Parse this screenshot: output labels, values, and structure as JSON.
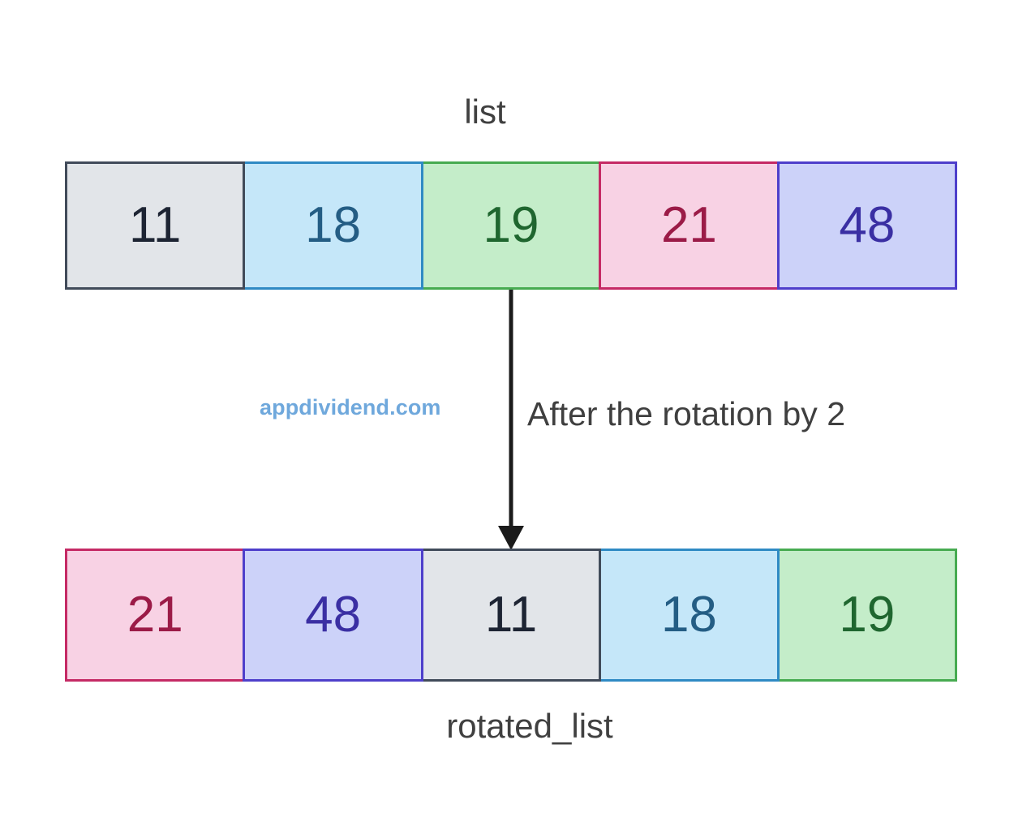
{
  "diagram": {
    "title_top": "list",
    "title_bottom": "rotated_list",
    "annotation": "After the rotation by 2",
    "watermark": "appdividend.com",
    "background_color": "#ffffff",
    "arrow": {
      "name": "down-arrow",
      "color": "#1b1b1b",
      "from_cell_index": 2,
      "to_cell_index": 2
    }
  },
  "palette": {
    "gray": {
      "fill": "#e2e5e9",
      "border": "#414b5a",
      "text": "#1d2433"
    },
    "blue": {
      "fill": "#c5e7f9",
      "border": "#2f8ac4",
      "text": "#245d84"
    },
    "green": {
      "fill": "#c4edc9",
      "border": "#47ab51",
      "text": "#1f662f"
    },
    "pink": {
      "fill": "#f8d2e4",
      "border": "#c52a65",
      "text": "#9b1b47"
    },
    "purple": {
      "fill": "#ccd2f9",
      "border": "#4e3fcb",
      "text": "#3a2fa3"
    },
    "caption_text": "#404040",
    "watermark_text": "#6fa8dc"
  },
  "chart_data": {
    "type": "table",
    "title": "list rotation by 2",
    "rows": [
      {
        "name": "list",
        "label": "list",
        "values": [
          11,
          18,
          19,
          21,
          48
        ],
        "colors": [
          "gray",
          "blue",
          "green",
          "pink",
          "purple"
        ]
      },
      {
        "name": "rotated_list",
        "label": "rotated_list",
        "values": [
          21,
          48,
          11,
          18,
          19
        ],
        "colors": [
          "pink",
          "purple",
          "gray",
          "blue",
          "green"
        ]
      }
    ],
    "rotation_amount": 2,
    "annotation": "After the rotation by 2"
  },
  "rows": {
    "list": {
      "cells": [
        {
          "value": "11",
          "color": "gray"
        },
        {
          "value": "18",
          "color": "blue"
        },
        {
          "value": "19",
          "color": "green"
        },
        {
          "value": "21",
          "color": "pink"
        },
        {
          "value": "48",
          "color": "purple"
        }
      ]
    },
    "rotated_list": {
      "cells": [
        {
          "value": "21",
          "color": "pink"
        },
        {
          "value": "48",
          "color": "purple"
        },
        {
          "value": "11",
          "color": "gray"
        },
        {
          "value": "18",
          "color": "blue"
        },
        {
          "value": "19",
          "color": "green"
        }
      ]
    }
  }
}
